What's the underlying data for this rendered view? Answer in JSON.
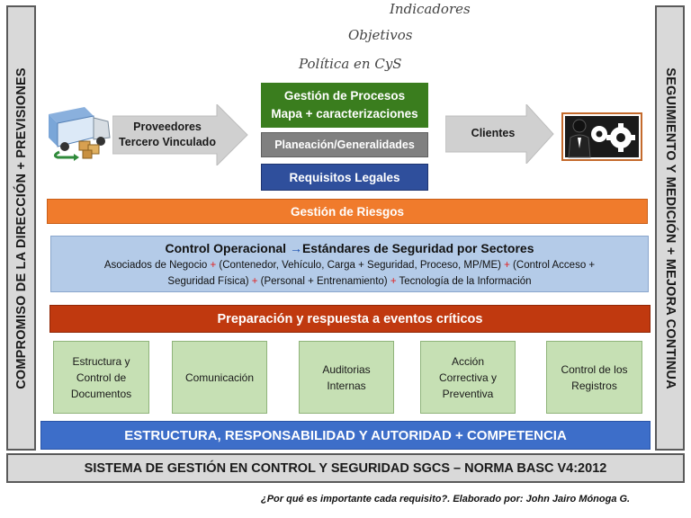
{
  "side_left": "COMPROMISO DE LA DIRECCIÓN + PREVISIONES",
  "side_right": "SEGUIMIENTO Y MEDICIÓN + MEJORA CONTINUA",
  "top_labels": [
    "Indicadores",
    "Objetivos",
    "Política en CyS"
  ],
  "supply_chain": {
    "suppliers_line1": "Proveedores",
    "suppliers_line2": "Tercero Vinculado",
    "clients": "Clientes"
  },
  "center_blocks": {
    "process_line1": "Gestión de Procesos",
    "process_line2": "Mapa + caracterizaciones",
    "planning": "Planeación/Generalidades",
    "legal": "Requisitos Legales"
  },
  "risk": "Gestión de Riesgos",
  "control": {
    "title_part1": "Control Operacional ",
    "title_arrow": "→",
    "title_part2": "Estándares de Seguridad por Sectores",
    "line1_a": "Asociados de Negocio ",
    "line1_b": " (Contenedor, Vehículo, Carga + Seguridad, Proceso, MP/ME) ",
    "line1_c": " (Control Acceso +",
    "line2_a": "Seguridad Física) ",
    "line2_b": "  (Personal + Entrenamiento) ",
    "line2_c": " Tecnología de la Información",
    "plus": "+"
  },
  "emergency": "Preparación y respuesta a eventos críticos",
  "green_boxes": [
    "Estructura y Control de Documentos",
    "Comunicación",
    "Auditorias Internas",
    "Acción Correctiva y Preventiva",
    "Control de los Registros"
  ],
  "structure": "ESTRUCTURA, RESPONSABILIDAD Y AUTORIDAD + COMPETENCIA",
  "system": "SISTEMA DE GESTIÓN EN CONTROL Y SEGURIDAD SGCS – NORMA BASC V4:2012",
  "footer": "¿Por qué es importante cada requisito?. Elaborado por: John Jairo Mónoga G.",
  "colors": {
    "process_green": "#3a7d1e",
    "planning_gray": "#808080",
    "legal_blue": "#2f4f9c",
    "risk_orange": "#f07b2c",
    "control_blue": "#b4cbe8",
    "emergency_red": "#c0390f",
    "green_box": "#c6e0b4",
    "structure_blue": "#3d6ec9"
  }
}
